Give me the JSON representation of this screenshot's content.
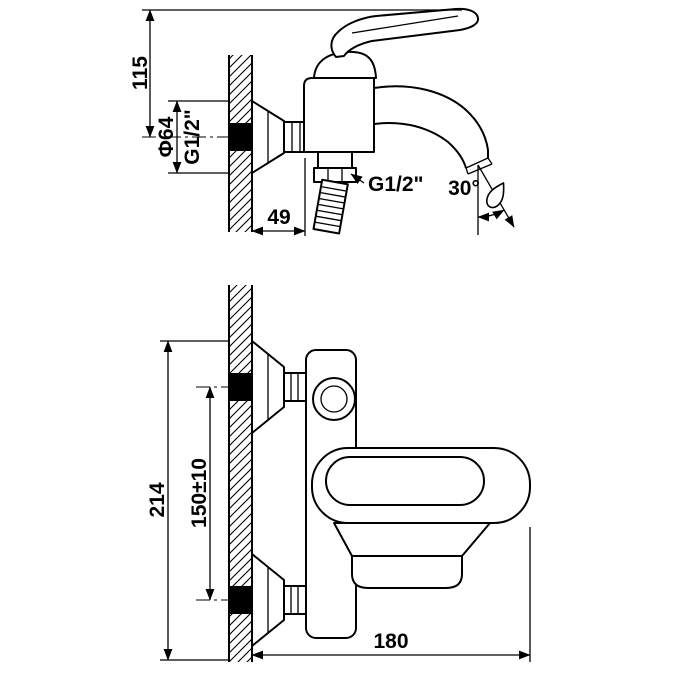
{
  "page": {
    "background": "#ffffff",
    "line_color": "#000000"
  },
  "side_view": {
    "dims": {
      "height": "115",
      "flange_diameter": "Φ64",
      "wall_thread": "G1/2\"",
      "wall_offset": "49",
      "outlet_thread": "G1/2\"",
      "spout_angle": "30°"
    }
  },
  "front_view": {
    "dims": {
      "total_height": "214",
      "center_distance": "150±10",
      "projection_width": "180"
    }
  }
}
